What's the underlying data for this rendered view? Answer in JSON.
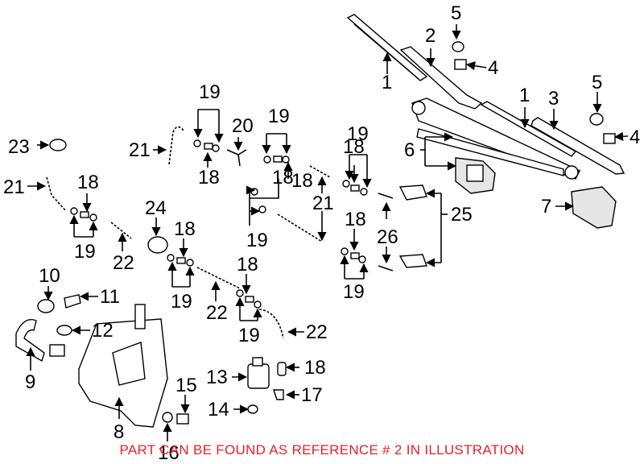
{
  "labels": {
    "l1a": "1",
    "l1b": "1",
    "l2": "2",
    "l3": "3",
    "l4a": "4",
    "l4b": "4",
    "l5a": "5",
    "l5b": "5",
    "l6": "6",
    "l7": "7",
    "l8": "8",
    "l9": "9",
    "l10": "10",
    "l11": "11",
    "l12": "12",
    "l13": "13",
    "l14": "14",
    "l15": "15",
    "l16": "16",
    "l17": "17",
    "l18a": "18",
    "l18b": "18",
    "l18c": "18",
    "l18d": "18",
    "l18e": "18",
    "l18f": "18",
    "l18g": "18",
    "l18h": "18",
    "l18i": "18",
    "l19a": "19",
    "l19b": "19",
    "l19c": "19",
    "l19d": "19",
    "l19e": "19",
    "l19f": "19",
    "l19g": "19",
    "l19h": "19",
    "l20": "20",
    "l21a": "21",
    "l21b": "21",
    "l21c": "21",
    "l22a": "22",
    "l22b": "22",
    "l22c": "22",
    "l23": "23",
    "l24": "24",
    "l25": "25",
    "l26": "26"
  },
  "footer": "PART CAN BE FOUND AS REFERENCE # 2 IN ILLUSTRATION",
  "colors": {
    "footer_text": "#e8202a",
    "line": "#000000"
  }
}
